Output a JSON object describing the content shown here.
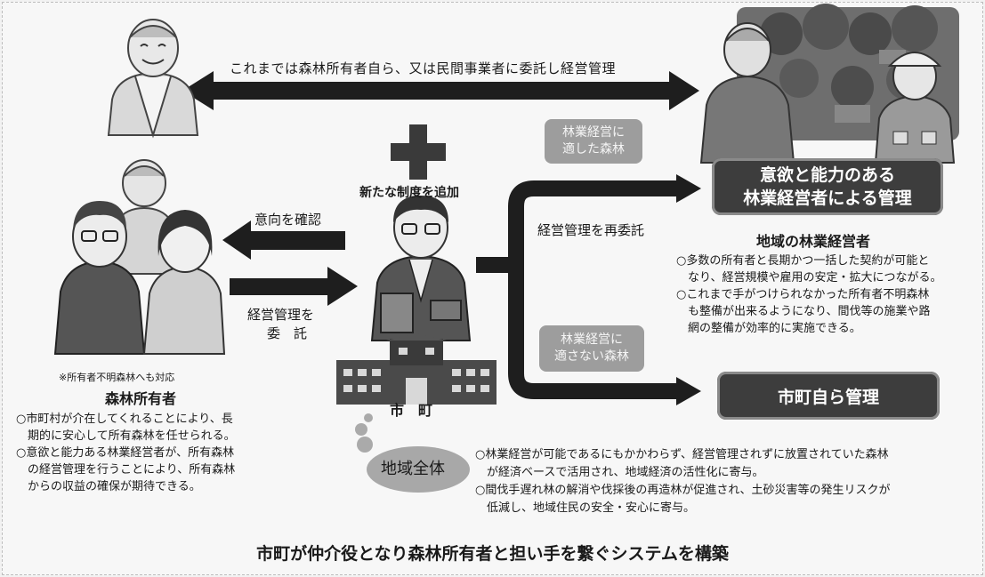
{
  "top_arrow_label": "これまでは森林所有者自ら、又は民間事業者に委託し経営管理",
  "plus_label": "新たな制度を追加",
  "left_arrow_top_label": "意向を確認",
  "left_arrow_bottom_label_1": "経営管理を",
  "left_arrow_bottom_label_2": "委　託",
  "tag_suitable_1": "林業経営に",
  "tag_suitable_2": "適した森林",
  "tag_unsuitable_1": "林業経営に",
  "tag_unsuitable_2": "適さない森林",
  "reconsign_label": "経営管理を再委託",
  "banner_top_1": "意欲と能力のある",
  "banner_top_2": "林業経営者による管理",
  "banner_bottom": "市町自ら管理",
  "forester_title": "地域の林業経営者",
  "forester_bullets": [
    "○多数の所有者と長期かつ一括した契約が可能と",
    "　なり、経営規模や雇用の安定・拡大につながる。",
    "○これまで手がつけられなかった所有者不明森林",
    "　も整備が出来るようになり、間伐等の施業や路",
    "　網の整備が効率的に実施できる。"
  ],
  "owner_note": "※所有者不明森林へも対応",
  "owner_title": "森林所有者",
  "owner_bullets": [
    "○市町村が介在してくれることにより、長",
    "　期的に安心して所有森林を任せられる。",
    "○意欲と能力ある林業経営者が、所有森林",
    "　の経営管理を行うことにより、所有森林",
    "　からの収益の確保が期待できる。"
  ],
  "city_label": "市　町",
  "region_label": "地域全体",
  "region_bullets": [
    "○林業経営が可能であるにもかかわらず、経営管理されずに放置されていた森林",
    "　が経済ベースで活用され、地域経済の活性化に寄与。",
    "○間伐手遅れ林の解消や伐採後の再造林が促進され、土砂災害等の発生リスクが",
    "　低減し、地域住民の安全・安心に寄与。"
  ],
  "footer_title": "市町が仲介役となり森林所有者と担い手を繋ぐシステムを構築",
  "colors": {
    "arrow": "#1e1e1e",
    "banner": "#3d3d3d",
    "tag": "#9d9d9d"
  }
}
